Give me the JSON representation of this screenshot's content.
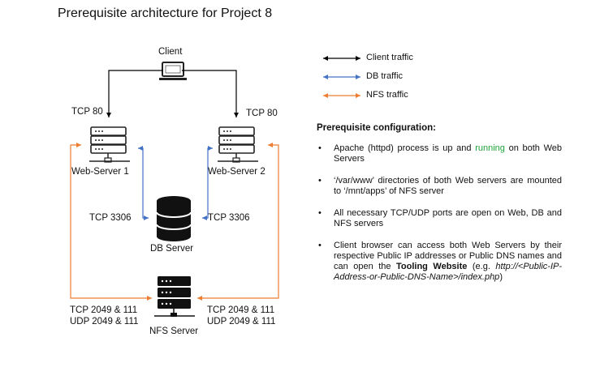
{
  "title": "Prerequisite architecture for Project 8",
  "nodes": {
    "client": "Client",
    "web1": "Web-Server 1",
    "web2": "Web-Server 2",
    "db": "DB Server",
    "nfs": "NFS Server"
  },
  "edge_labels": {
    "tcp80_left": "TCP 80",
    "tcp80_right": "TCP 80",
    "tcp3306_left": "TCP 3306",
    "tcp3306_right": "TCP 3306",
    "nfs_left_line1": "TCP 2049 & 111",
    "nfs_left_line2": "UDP 2049 & 111",
    "nfs_right_line1": "TCP 2049 & 111",
    "nfs_right_line2": "UDP 2049 & 111"
  },
  "legend": {
    "client": "Client traffic",
    "db": "DB traffic",
    "nfs": "NFS traffic"
  },
  "colors": {
    "client_traffic": "#000000",
    "db_traffic": "#4472c4",
    "nfs_traffic": "#ed7d31",
    "highlight": "#1fa33a"
  },
  "config": {
    "heading": "Prerequisite configuration:",
    "bullet": "•",
    "item1_a": "Apache (httpd) process is up and ",
    "item1_green": "running",
    "item1_b": " on both Web Servers",
    "item2": "‘/var/www’ directories of both Web servers are mounted to ‘/mnt/apps’ of NFS server",
    "item3": "All necessary TCP/UDP ports are open on Web, DB and NFS servers",
    "item4_a": "Client browser can access both Web Servers by their respective Public IP addresses or Public DNS names and can open the ",
    "item4_bold": "Tooling Website",
    "item4_b": " (e.g. ",
    "item4_italic": "http://<Public-IP-Address-or-Public-DNS-Name>/index.php",
    "item4_c": ")"
  }
}
